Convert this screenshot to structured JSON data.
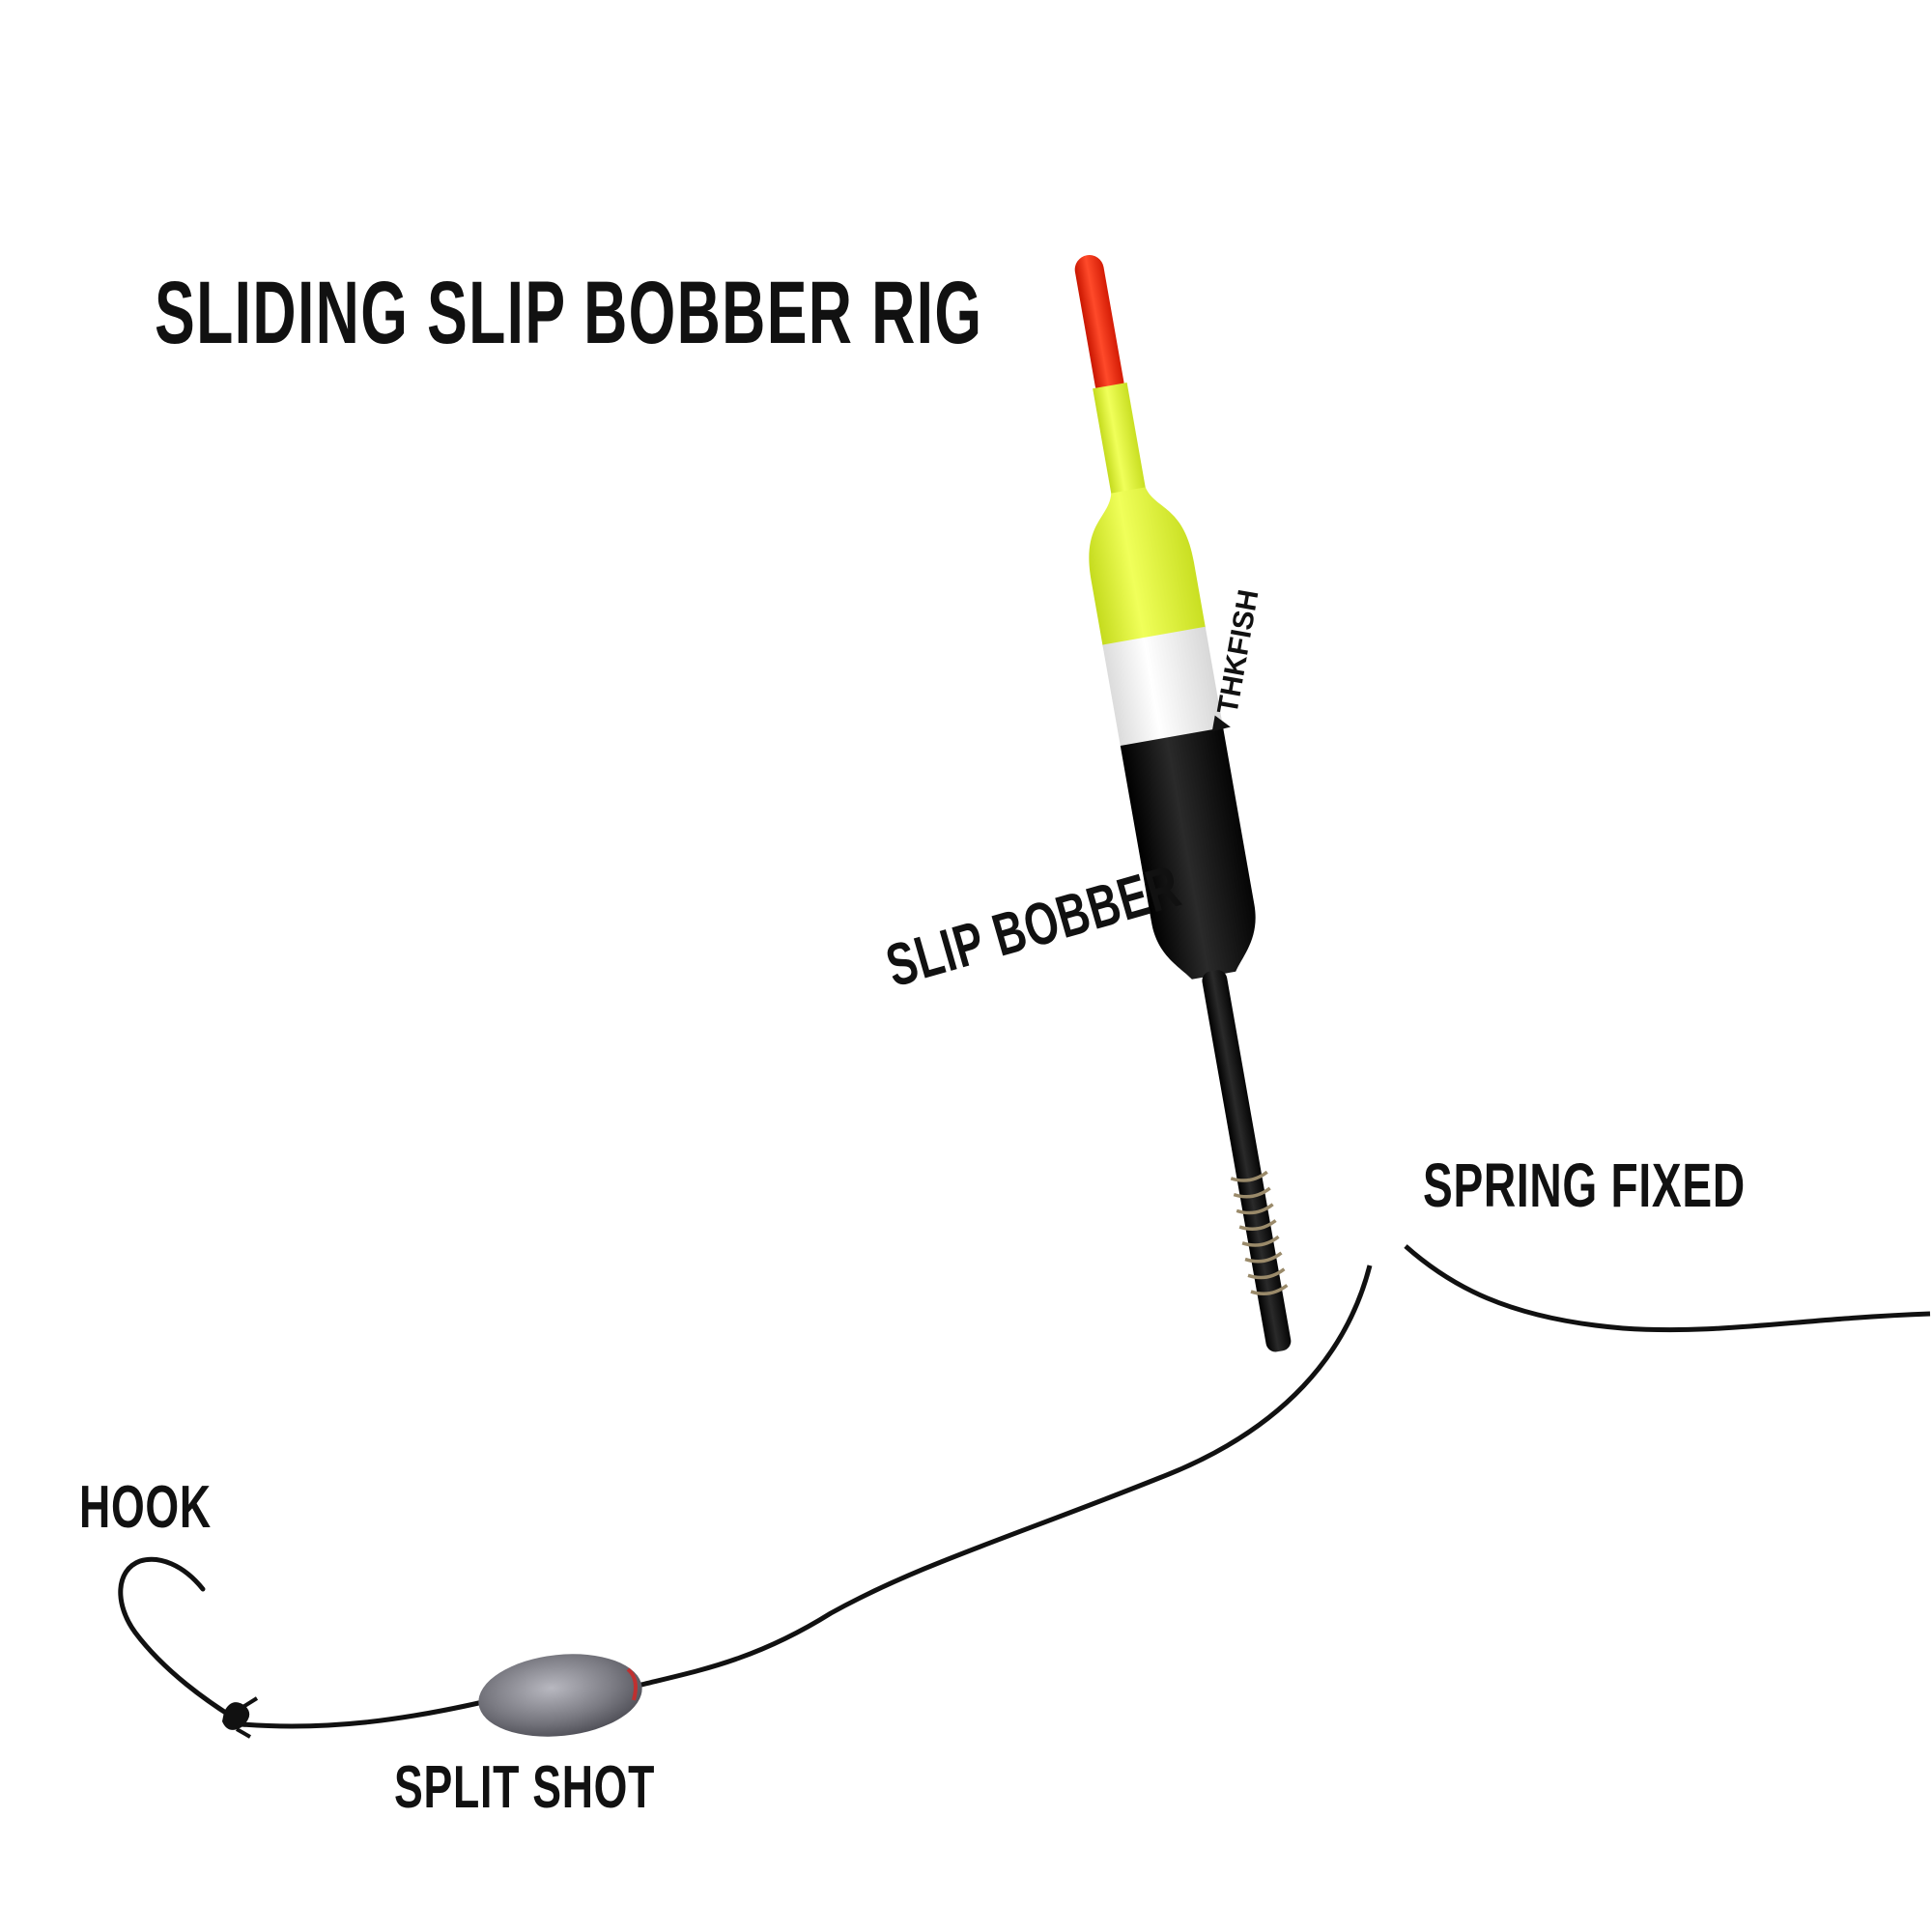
{
  "title": "SLIDING SLIP BOBBER RIG",
  "labels": {
    "slip_bobber": "SLIP BOBBER",
    "spring_fixed": "SPRING FIXED",
    "hook": "HOOK",
    "split_shot": "SPLIT SHOT"
  },
  "brand_on_bobber": "THKFISH",
  "colors": {
    "tip": "#ff2a10",
    "body_top": "#e4f83a",
    "band": "#eeeeee",
    "body_bottom": "#0b0b0b",
    "line": "#111111",
    "weight": "#7a7a80",
    "spring": "#8a7a60"
  }
}
